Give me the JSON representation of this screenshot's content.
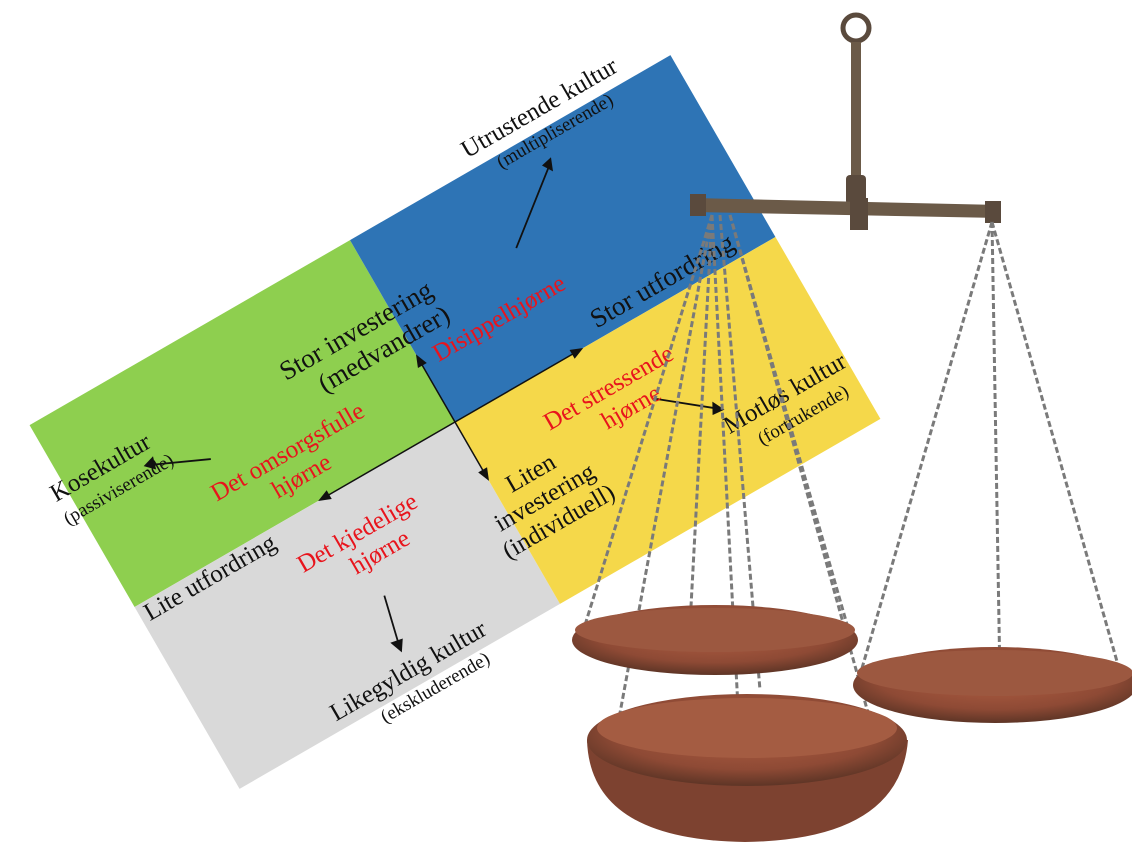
{
  "diagram": {
    "quadrants": {
      "green": {
        "color": "#8ecf4f",
        "corner": [
          "Det omsorgsfulle",
          "hjørne"
        ],
        "culture": "Kosekultur",
        "culture_sub": "(passiviserende)"
      },
      "blue": {
        "color": "#2e74b5",
        "corner": [
          "Disippelhjørne"
        ],
        "culture": "Utrustende kultur",
        "culture_sub": "(multipliserende)"
      },
      "yellow": {
        "color": "#f5d84a",
        "corner": [
          "Det stressende",
          "hjørne"
        ],
        "culture": "Motløs kultur",
        "culture_sub": "(fortrukende)"
      },
      "grey": {
        "color": "#d9d9d9",
        "corner": [
          "Det kjedelige",
          "hjørne"
        ],
        "culture": "Likegyldig kultur",
        "culture_sub": "(ekskluderende)"
      }
    },
    "axes": {
      "high_investment": [
        "Stor investering",
        "(medvandrer)"
      ],
      "high_challenge": "Stor utfordring",
      "low_challenge": "Lite utfordring",
      "low_investment": [
        "Liten",
        "investering",
        "(individuell)"
      ]
    },
    "corner_label_color": "#e8141c"
  },
  "scale_illustration": {
    "icon": "balance-scale-icon",
    "colors": {
      "rust": "#a0533a",
      "chain": "#7a7a7a",
      "beam": "#6b5a48"
    }
  }
}
